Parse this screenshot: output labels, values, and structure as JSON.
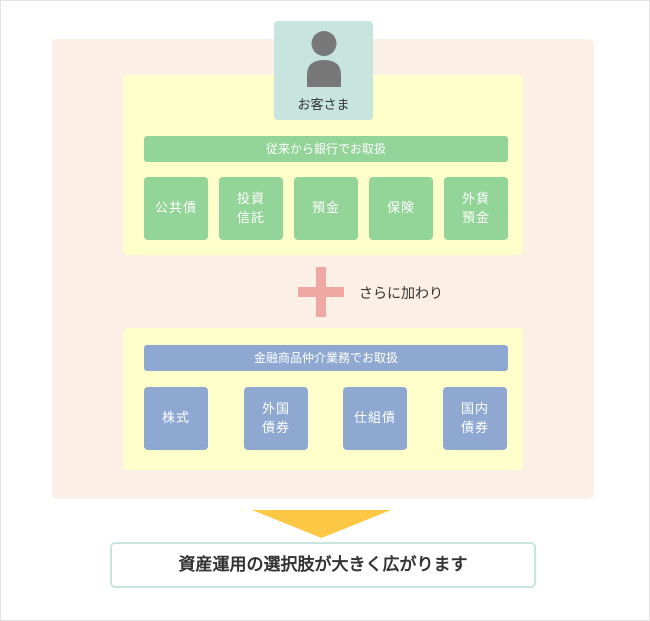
{
  "customer": {
    "label": "お客さま",
    "icon": "person-icon"
  },
  "traditional": {
    "header": "従来から銀行でお取扱",
    "items": [
      "公共債",
      "投資\n信託",
      "預金",
      "保険",
      "外貨\n預金"
    ]
  },
  "connector": {
    "icon": "plus-icon",
    "label": "さらに加わり"
  },
  "intermediary": {
    "header": "金融商品仲介業務でお取扱",
    "items": [
      "株式",
      "外国\n債券",
      "仕組債",
      "国内\n債券"
    ]
  },
  "result": {
    "icon": "arrow-down-icon",
    "text": "資産運用の選択肢が大きく広がります"
  },
  "colors": {
    "green": "#93d498",
    "blue": "#8ea8d2",
    "plus": "#f0a8a2",
    "arrow": "#fcc843",
    "outer": "#fcefe6",
    "inner": "#fefecb",
    "customer_bg": "#c8e4de"
  }
}
